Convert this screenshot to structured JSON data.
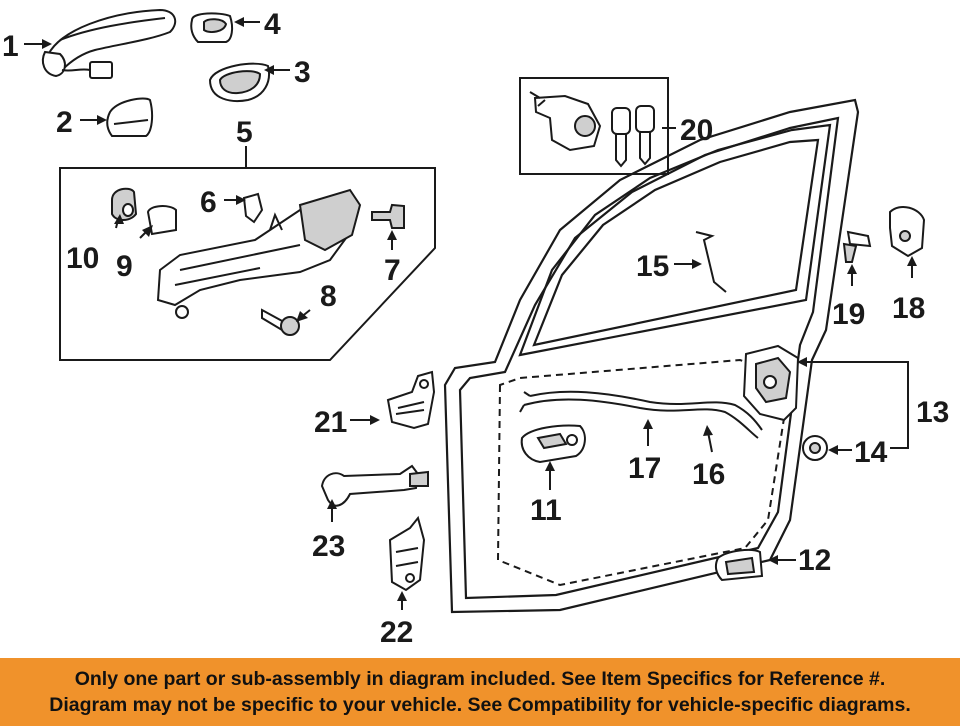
{
  "diagram": {
    "callouts": {
      "c1": "1",
      "c2": "2",
      "c3": "3",
      "c4": "4",
      "c5": "5",
      "c6": "6",
      "c7": "7",
      "c8": "8",
      "c9": "9",
      "c10": "10",
      "c11": "11",
      "c12": "12",
      "c13": "13",
      "c14": "14",
      "c15": "15",
      "c16": "16",
      "c17": "17",
      "c18": "18",
      "c19": "19",
      "c20": "20",
      "c21": "21",
      "c22": "22",
      "c23": "23"
    }
  },
  "banner": {
    "line1": "Only one part or sub-assembly in diagram included. See Item Specifics for Reference #.",
    "line2": "Diagram may not be specific to your vehicle. See Compatibility for vehicle-specific diagrams.",
    "background_color": "#f0922b"
  }
}
